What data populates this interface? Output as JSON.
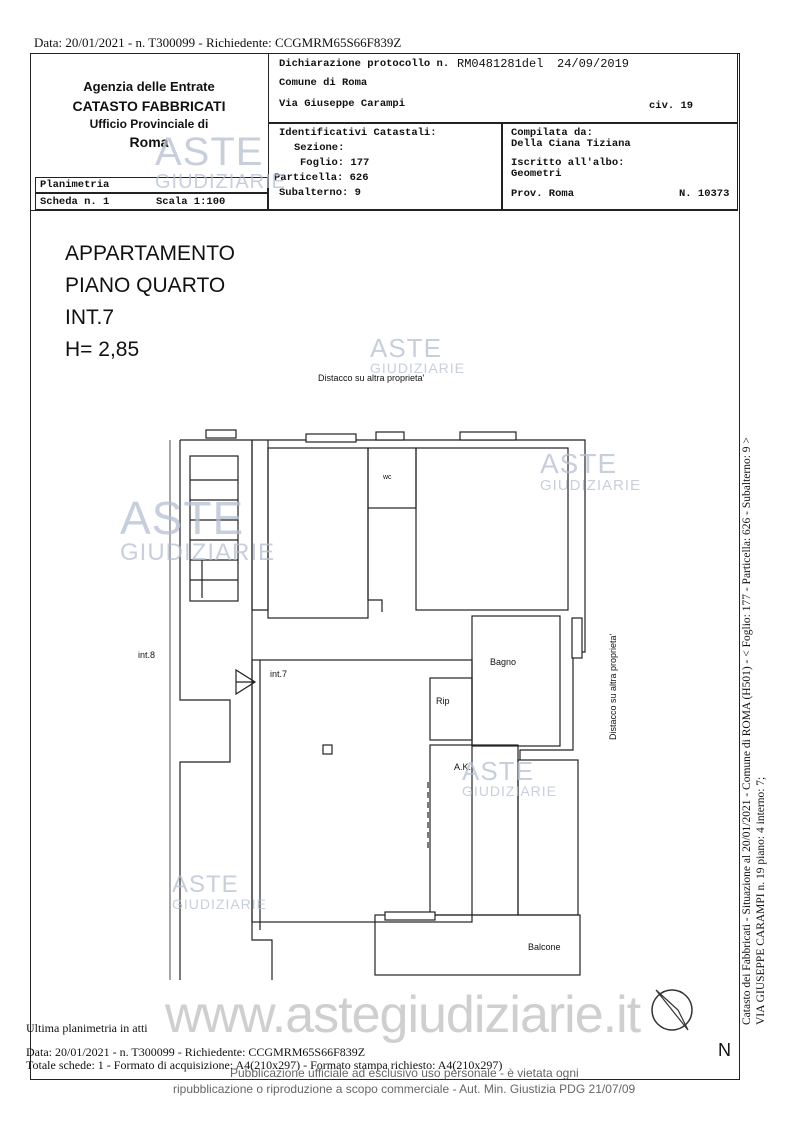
{
  "top_line": "Data: 20/01/2021 - n. T300099 - Richiedente: CCGMRM65S66F839Z",
  "header": {
    "office": {
      "line1": "Agenzia delle Entrate",
      "line2": "CATASTO FABBRICATI",
      "line3": "Ufficio Provinciale di",
      "line4": "Roma"
    },
    "protocol": {
      "label": "Dichiarazione protocollo n.",
      "number": "RM0481281del",
      "date": "24/09/2019",
      "comune": "Comune di Roma",
      "street": "Via Giuseppe Carampi",
      "civ": "civ. 19"
    },
    "identifiers": {
      "label": "Identificativi Catastali:",
      "sezione": "Sezione:",
      "foglio": "Foglio: 177",
      "particella": "Particella: 626",
      "subalterno": "Subalterno: 9"
    },
    "compiled": {
      "label": "Compilata da:",
      "name": "Della Ciana Tiziana",
      "albo": "Iscritto all'albo:",
      "profession": "Geometri",
      "prov": "Prov. Roma",
      "number": "N. 10373"
    },
    "planimetria": "Planimetria",
    "scheda": "Scheda n. 1",
    "scala": "Scala 1:100"
  },
  "plan": {
    "title1": "APPARTAMENTO",
    "title2": "PIANO QUARTO",
    "title3": "INT.7",
    "title4": "H= 2,85",
    "distacco_top": "Distacco su altra proprieta'",
    "distacco_right": "Distacco su altra proprieta'",
    "rooms": {
      "wc": "wc",
      "int8": "int.8",
      "int7": "int.7",
      "bagno": "Bagno",
      "rip": "Rip",
      "ak": "A.K.",
      "balcone": "Balcone"
    }
  },
  "side_text": {
    "line1": "Catasto dei Fabbricati - Situazione al 20/01/2021 - Comune di ROMA (H501) - < Foglio: 177 - Particella: 626 - Subalterno: 9 >",
    "line2": "VIA GIUSEPPE CARAMPI n. 19 piano: 4 interno: 7;"
  },
  "watermark": {
    "aste": "ASTE",
    "giudiziarie": "GIUDIZIARIE",
    "url": "www.astegiudiziarie.it"
  },
  "footer": {
    "ultima": "Ultima planimetria in atti",
    "data": "Data: 20/01/2021 - n. T300099 - Richiedente: CCGMRM65S66F839Z",
    "totale": "Totale schede: 1 - Formato di acquisizione: A4(210x297) - Formato stampa richiesto: A4(210x297)",
    "pub1": "Pubblicazione ufficiale ad esclusivo uso personale - è vietata ogni",
    "pub2": "ripubblicazione o riproduzione a scopo commerciale - Aut. Min. Giustizia PDG 21/07/09",
    "north": "N"
  }
}
